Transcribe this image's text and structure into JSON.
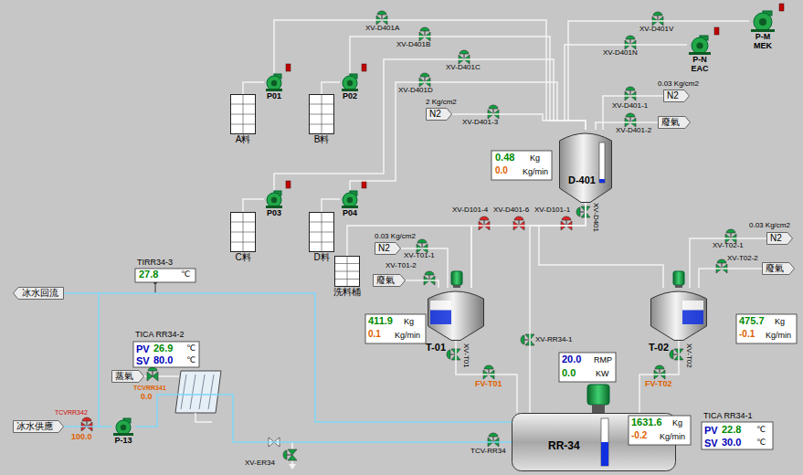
{
  "diagram": {
    "nodes": [
      {
        "text": [
          "A料"
        ]
      },
      {
        "text": [
          "B料"
        ]
      },
      {
        "text": [
          "C料"
        ]
      },
      {
        "text": [
          "D料"
        ]
      },
      {
        "text": [
          "洗料桶"
        ]
      },
      {
        "text": [
          "P01"
        ]
      },
      {
        "text": [
          "P02"
        ]
      },
      {
        "text": [
          "P03"
        ]
      },
      {
        "text": [
          "P04"
        ]
      },
      {
        "text": [
          "P-N",
          "EAC"
        ]
      },
      {
        "text": [
          "P-M",
          "MEK"
        ]
      },
      {
        "text": [
          "D-401"
        ]
      },
      {
        "text": [
          "T-01"
        ]
      },
      {
        "text": [
          "T-02"
        ]
      },
      {
        "text": [
          "RR-34"
        ]
      },
      {
        "text": [
          "N2"
        ]
      },
      {
        "text": [
          "廢氣"
        ]
      },
      {
        "text": [
          "N2"
        ]
      },
      {
        "text": [
          "N2"
        ]
      },
      {
        "text": [
          "廢氣"
        ]
      },
      {
        "text": [
          "N2"
        ]
      },
      {
        "text": [
          "廢氣"
        ]
      },
      {
        "text": [
          "冰水回流"
        ]
      },
      {
        "text": [
          "冰水供應"
        ]
      },
      {
        "text": [
          "蒸氣"
        ]
      },
      {
        "text": [
          "P-13"
        ]
      }
    ],
    "edges": [
      {
        "from": 0,
        "to": 5,
        "arrow": "none"
      },
      {
        "from": 1,
        "to": 6,
        "arrow": "none"
      },
      {
        "from": 2,
        "to": 7,
        "arrow": "none"
      },
      {
        "from": 3,
        "to": 8,
        "arrow": "none"
      },
      {
        "from": 5,
        "to": 11,
        "arrow": "none"
      },
      {
        "from": 6,
        "to": 11,
        "arrow": "none"
      },
      {
        "from": 7,
        "to": 11,
        "arrow": "none"
      },
      {
        "from": 8,
        "to": 11,
        "arrow": "none"
      },
      {
        "from": 9,
        "to": 11,
        "arrow": "none"
      },
      {
        "from": 10,
        "to": 11,
        "arrow": "none"
      },
      {
        "from": 17,
        "to": 11,
        "arrow": "none"
      },
      {
        "from": 15,
        "to": 11,
        "arrow": "none"
      },
      {
        "from": 11,
        "to": 16,
        "arrow": "none"
      },
      {
        "from": 11,
        "to": 12,
        "arrow": "none"
      },
      {
        "from": 4,
        "to": 12,
        "arrow": "none"
      },
      {
        "from": 11,
        "to": 13,
        "arrow": "none"
      },
      {
        "from": 11,
        "to": 14,
        "arrow": "none"
      },
      {
        "from": 18,
        "to": 12,
        "arrow": "none"
      },
      {
        "from": 12,
        "to": 19,
        "arrow": "none"
      },
      {
        "from": 20,
        "to": 13,
        "arrow": "none"
      },
      {
        "from": 13,
        "to": 21,
        "arrow": "none"
      },
      {
        "from": 12,
        "to": 14,
        "arrow": "none"
      },
      {
        "from": 13,
        "to": 14,
        "arrow": "none"
      },
      {
        "from": 23,
        "to": 25,
        "arrow": "none"
      },
      {
        "from": 25,
        "to": 14,
        "arrow": "none"
      },
      {
        "from": 14,
        "to": 22,
        "arrow": "none"
      }
    ],
    "labels": [
      "XV-D401A",
      "XV-D401B",
      "XV-D401C",
      "XV-D401D",
      "XV-D401V",
      "XV-D401N",
      "2 Kg/cm2",
      "XV-D401-3",
      "0.03 Kg/cm2",
      "XV-D401-1",
      "XV-D401-2",
      "0.48",
      "Kg",
      "0.0",
      "Kg/min",
      "XV-D401",
      "XV-D101-4",
      "XV-D401-6",
      "XV-D101-1",
      "0.03 Kg/cm2",
      "XV-T01-1",
      "XV-T01-2",
      "411.9",
      "Kg",
      "0.1",
      "Kg/min",
      "0.03 Kg/cm2",
      "XV-T02-1",
      "XV-T02-2",
      "475.7",
      "Kg",
      "-0.1",
      "Kg/min",
      "XV-T01",
      "XV-T02",
      "FV-T01",
      "FV-T02",
      "XV-RR34-1",
      "20.0",
      "RMP",
      "0.0",
      "KW",
      "1631.6",
      "Kg",
      "-0.2",
      "Kg/min",
      "TICA RR34-1",
      "PV",
      "22.8",
      "℃",
      "SV",
      "30.0",
      "℃",
      "TIRR34-3",
      "27.8",
      "℃",
      "TICA RR34-2",
      "PV",
      "26.9",
      "℃",
      "SV",
      "80.0",
      "℃",
      "TCVRR341",
      "0.0",
      "TCVRR342",
      "100.0",
      "XV-ER34",
      "TCV-RR34"
    ]
  }
}
